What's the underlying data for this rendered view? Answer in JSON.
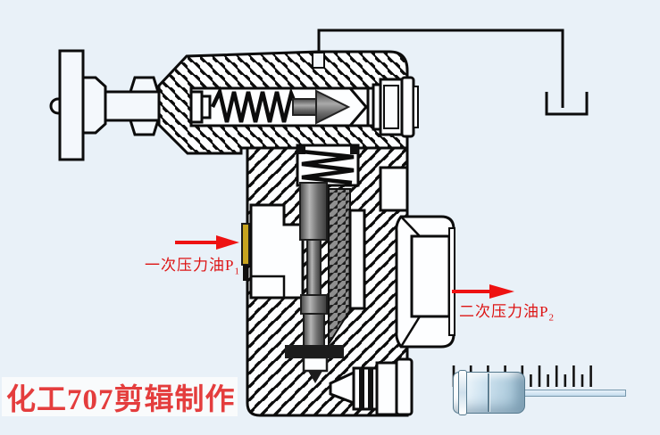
{
  "diagram": {
    "kind": "hydraulic-valve-cross-section",
    "labels": {
      "primary_oil": {
        "text": "一次压力油P",
        "sub": "1"
      },
      "secondary_oil": {
        "text": "二次压力油P",
        "sub": "2"
      }
    },
    "watermark": {
      "text": "化工707剪辑制作"
    },
    "colors": {
      "background": "#e9f1f8",
      "line": "#0c0c0c",
      "arrow_red": "#ee1212",
      "label_red": "#dd1414",
      "watermark_red": "#e43d3d",
      "port_marker_yellow": "#c7a41f",
      "spool_gray": "#6a6a6a",
      "slider_blue": "#cfe3f0"
    }
  }
}
